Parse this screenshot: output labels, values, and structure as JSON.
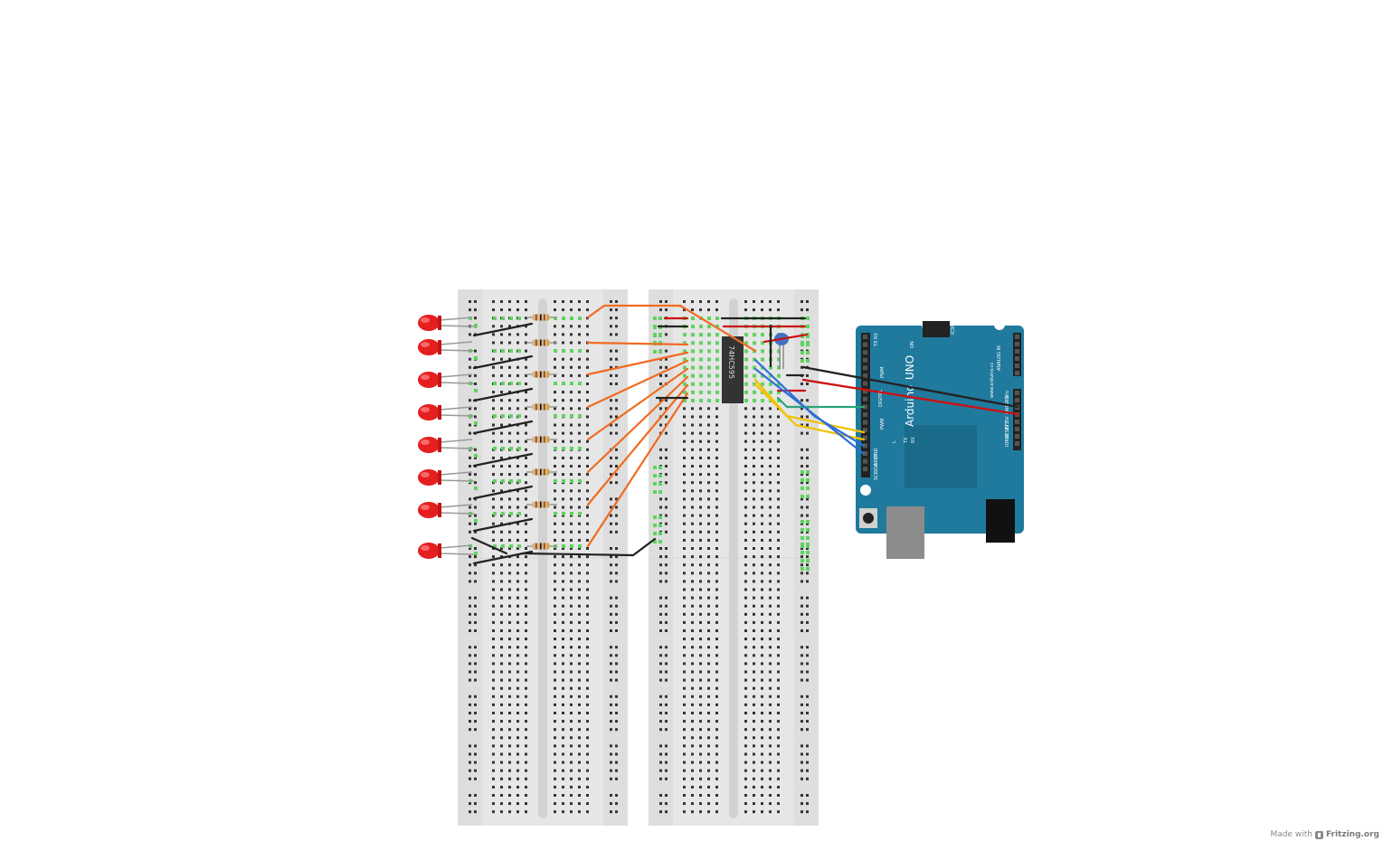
{
  "diagram": {
    "components": {
      "led_count": 8,
      "resistor_count": 8,
      "shift_register_label": "74HC595",
      "arduino_logo": "Arduino",
      "arduino_model": "UNO",
      "arduino_site": "www.arduino.cc"
    },
    "arduino_pins": {
      "digital_header_label": "DIGITAL",
      "analog_header_label": "ANALOG IN",
      "power_labels": [
        "Vin",
        "GND",
        "GND",
        "5V",
        "3V3",
        "RESET",
        "IOREF"
      ],
      "top_labels": [
        "RX",
        "TX"
      ],
      "pwm_label": "PWM",
      "left_labels": [
        "GND",
        "AREF",
        "SDA",
        "SCL"
      ],
      "on_label": "ON",
      "icsp_label": "ICSP",
      "led_labels": [
        "L",
        "TX",
        "RX"
      ]
    },
    "wire_colors": {
      "orange": "#f26b21",
      "black": "#222222",
      "red": "#cc1111",
      "blue": "#2f6fd6",
      "green": "#2aa37a",
      "yellow": "#f2c200",
      "arduino_board": "#1f7a9e",
      "led_red": "#e51f1f",
      "breadboard": "#e6e6e6",
      "active_hole": "#5fd35f"
    }
  },
  "footer": {
    "made_with": "Made with",
    "brand": "Fritzing.org"
  }
}
